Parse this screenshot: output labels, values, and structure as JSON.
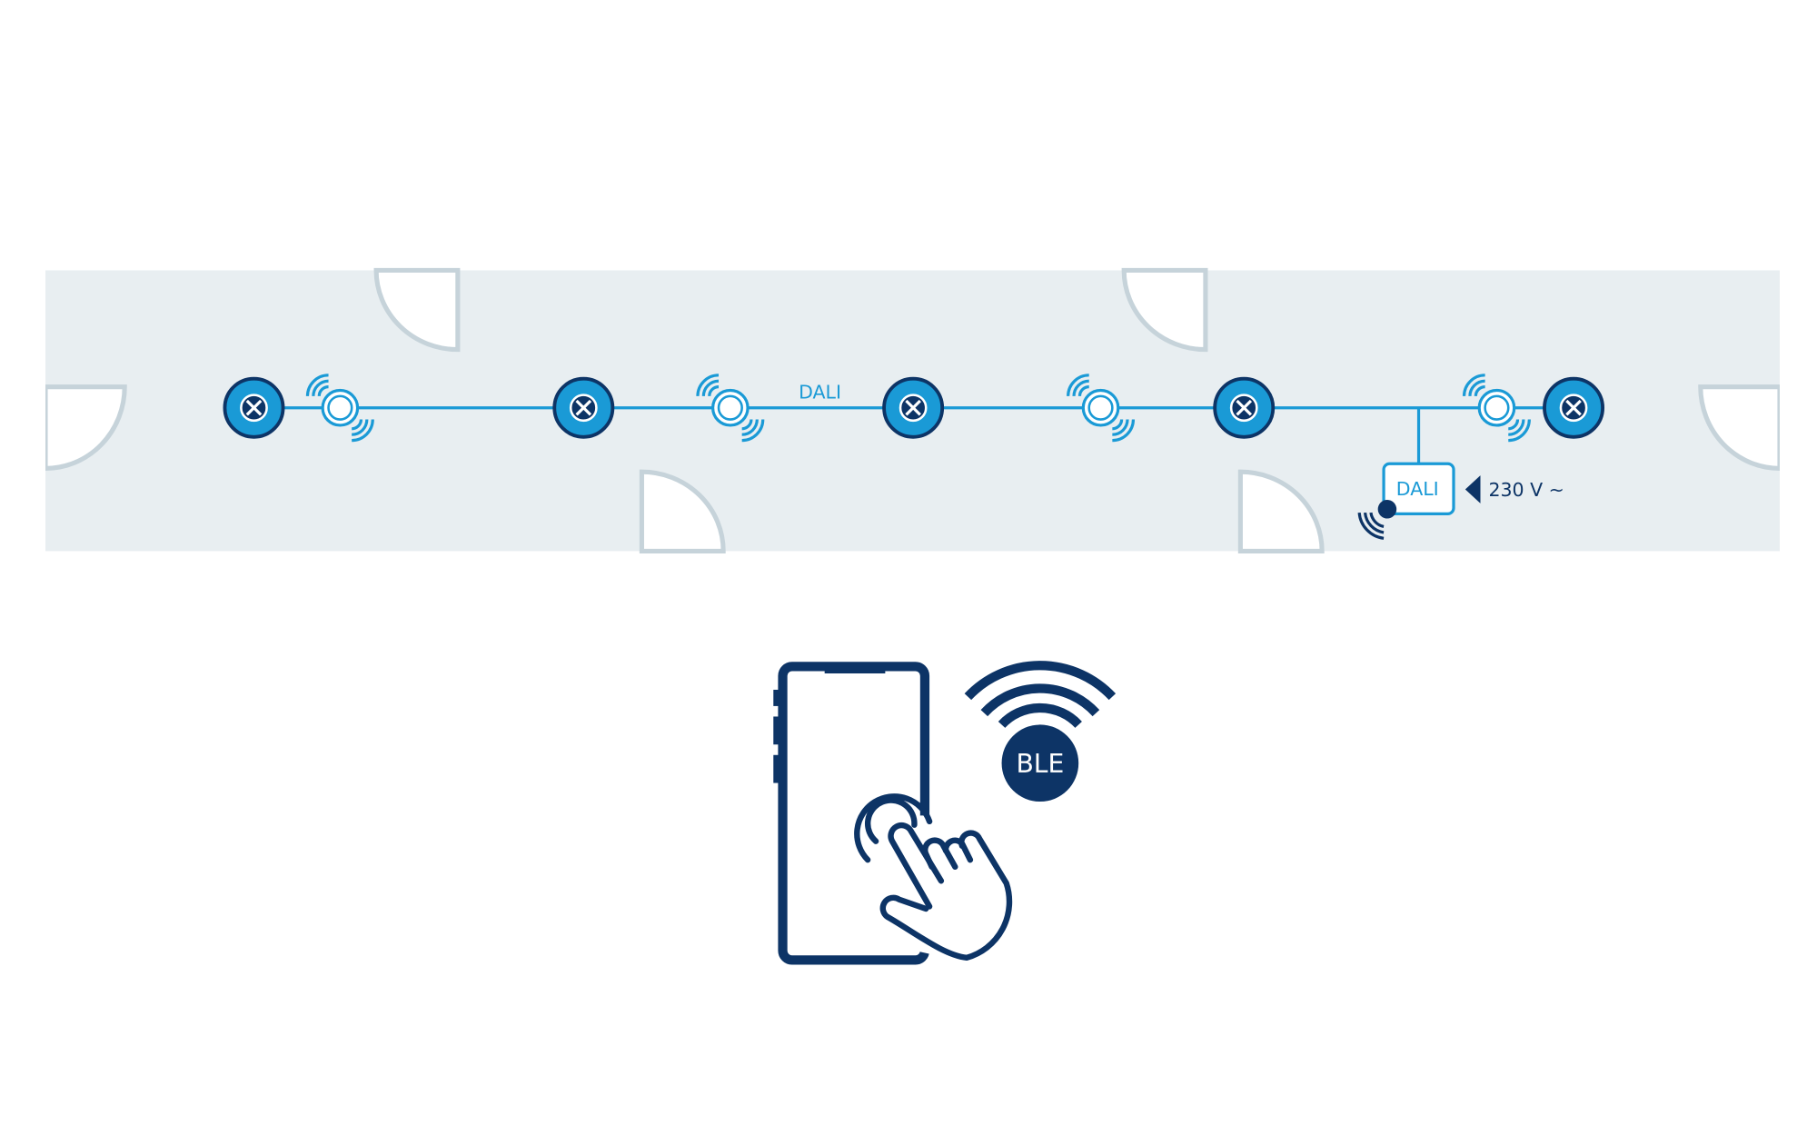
{
  "diagram": {
    "bus_label": "DALI",
    "gateway_label": "DALI",
    "power_label": "230 V ~",
    "ble_label": "BLE",
    "luminaire_count": 5,
    "sensor_count": 4,
    "icons": [
      "luminaire-icon",
      "sensor-icon",
      "wireless-signal-icon",
      "smartphone-icon",
      "hand-tap-icon",
      "ble-badge-icon",
      "power-arrow-icon"
    ],
    "colors": {
      "floor": "#e8eef1",
      "wall": "#c6d3da",
      "accent": "#1a9ad6",
      "dark": "#0d3466"
    }
  }
}
